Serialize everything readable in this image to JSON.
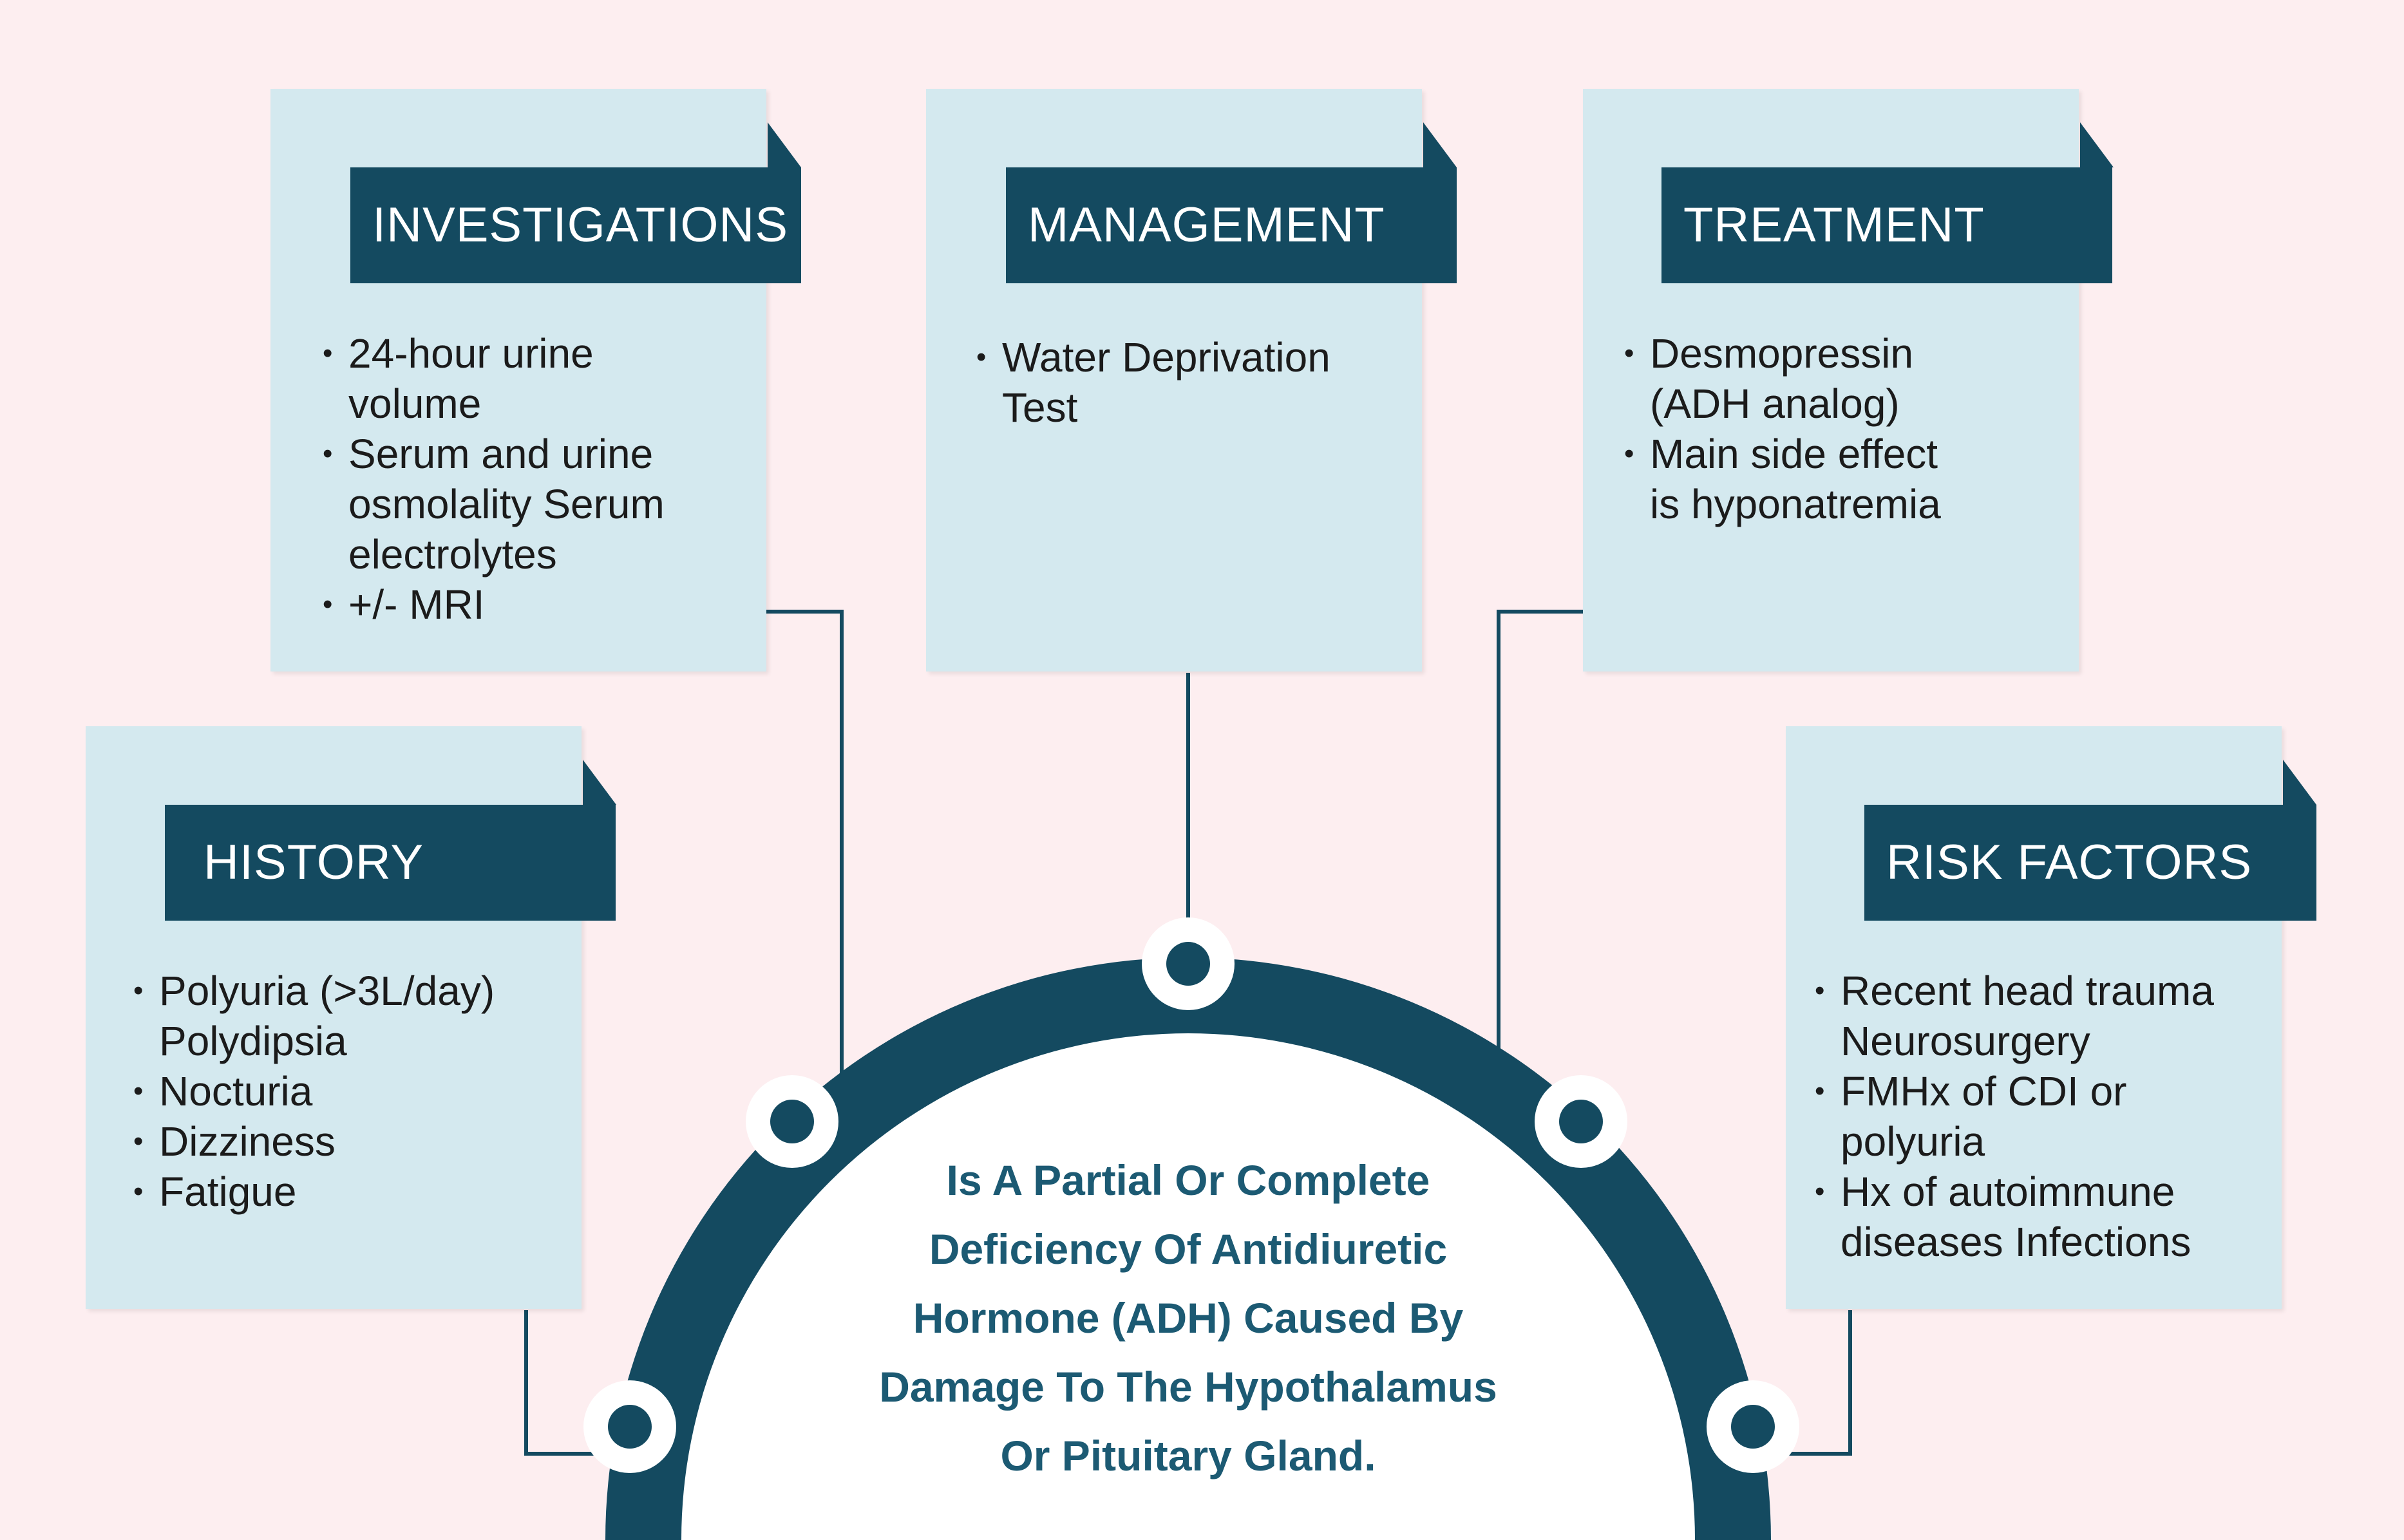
{
  "colors": {
    "background": "#fdeef0",
    "card": "#d4e9ef",
    "accent": "#144a60",
    "center_text": "#1c5a73",
    "node_fill": "#ffffff"
  },
  "cards": {
    "investigations": {
      "title": "INVESTIGATIONS",
      "lines": [
        "24-hour urine",
        "volume",
        "Serum and urine",
        "osmolality Serum",
        "electrolytes",
        "+/- MRI"
      ]
    },
    "management": {
      "title": "MANAGEMENT",
      "lines": [
        "Water Deprivation",
        "Test"
      ]
    },
    "treatment": {
      "title": "TREATMENT",
      "lines": [
        "Desmopressin",
        "(ADH analog)",
        "Main side effect",
        "is hyponatremia"
      ]
    },
    "history": {
      "title": "HISTORY",
      "lines": [
        "Polyuria (>3L/day)",
        "Polydipsia",
        "Nocturia",
        "Dizziness",
        "Fatigue"
      ]
    },
    "risk_factors": {
      "title": "RISK FACTORS",
      "lines": [
        "Recent head trauma",
        "Neurosurgery",
        "FMHx of CDI or",
        "polyuria",
        "Hx of autoimmune",
        "diseases Infections"
      ]
    }
  },
  "center": {
    "lines": [
      "Is A Partial Or Complete",
      "Deficiency Of Antidiuretic",
      "Hormone (ADH) Caused By",
      "Damage To The Hypothalamus",
      "Or Pituitary Gland."
    ]
  }
}
